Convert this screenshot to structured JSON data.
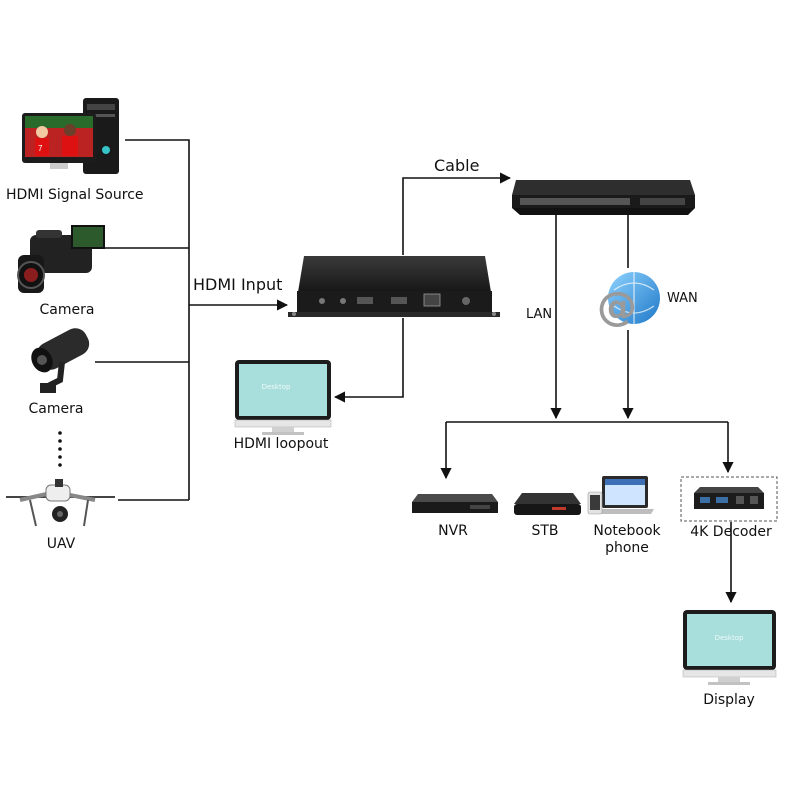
{
  "sources": {
    "hdmi_signal_source": "HDMI Signal Source",
    "camera_1": "Camera",
    "camera_2": "Camera",
    "uav": "UAV"
  },
  "links": {
    "hdmi_input": "HDMI Input",
    "cable": "Cable",
    "lan": "LAN",
    "wan": "WAN",
    "hdmi_loopout": "HDMI loopout"
  },
  "monitor_screen_text": "Desktop",
  "outputs": {
    "nvr": "NVR",
    "stb": "STB",
    "notebook": "Notebook",
    "phone": "phone",
    "decoder": "4K Decoder",
    "display": "Display"
  }
}
